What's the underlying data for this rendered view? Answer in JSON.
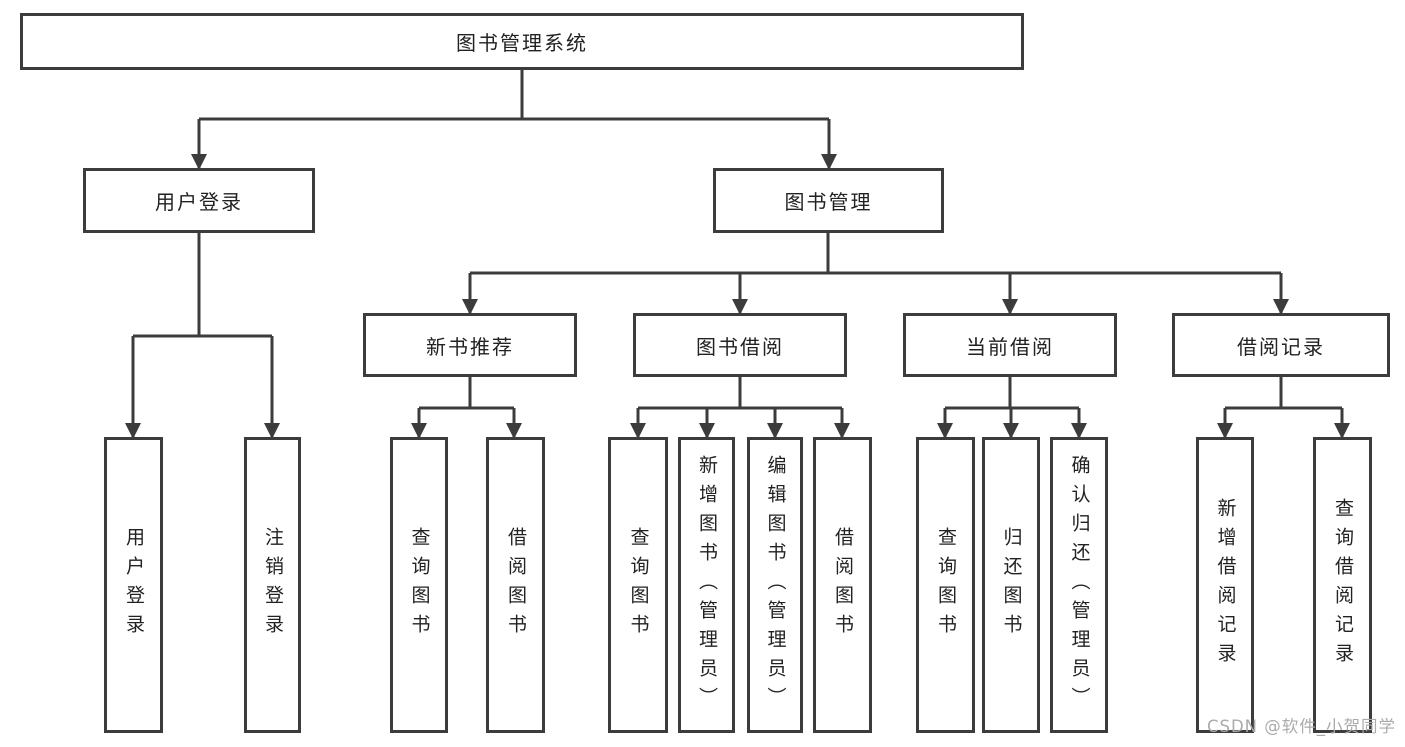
{
  "diagram": {
    "watermark": "CSDN @软件_小贺同学",
    "colors": {
      "line": "#3c3c3c",
      "box_border": "#3c3c3c",
      "text": "#222222",
      "watermark": "#ababab",
      "background": "#ffffff"
    },
    "nodes": {
      "root": {
        "label": "图书管理系统"
      },
      "user_login": {
        "label": "用户登录"
      },
      "book_mgmt": {
        "label": "图书管理"
      },
      "new_book_rec": {
        "label": "新书推荐"
      },
      "book_borrow": {
        "label": "图书借阅"
      },
      "current_borrow": {
        "label": "当前借阅"
      },
      "borrow_records": {
        "label": "借阅记录"
      },
      "leaf_user_login": {
        "label": "用户登录"
      },
      "leaf_logout": {
        "label": "注销登录"
      },
      "leaf_query_book_a": {
        "label": "查询图书"
      },
      "leaf_borrow_book_a": {
        "label": "借阅图书"
      },
      "leaf_query_book_b": {
        "label": "查询图书"
      },
      "leaf_add_book": {
        "label": "新增图书（管理员）"
      },
      "leaf_edit_book": {
        "label": "编辑图书（管理员）"
      },
      "leaf_borrow_book_b": {
        "label": "借阅图书"
      },
      "leaf_query_book_c": {
        "label": "查询图书"
      },
      "leaf_return_book": {
        "label": "归还图书"
      },
      "leaf_confirm_return": {
        "label": "确认归还（管理员）"
      },
      "leaf_add_record": {
        "label": "新增借阅记录"
      },
      "leaf_query_record": {
        "label": "查询借阅记录"
      }
    },
    "hierarchy": {
      "图书管理系统": {
        "用户登录": [
          "用户登录",
          "注销登录"
        ],
        "图书管理": {
          "新书推荐": [
            "查询图书",
            "借阅图书"
          ],
          "图书借阅": [
            "查询图书",
            "新增图书（管理员）",
            "编辑图书（管理员）",
            "借阅图书"
          ],
          "当前借阅": [
            "查询图书",
            "归还图书",
            "确认归还（管理员）"
          ],
          "借阅记录": [
            "新增借阅记录",
            "查询借阅记录"
          ]
        }
      }
    }
  }
}
